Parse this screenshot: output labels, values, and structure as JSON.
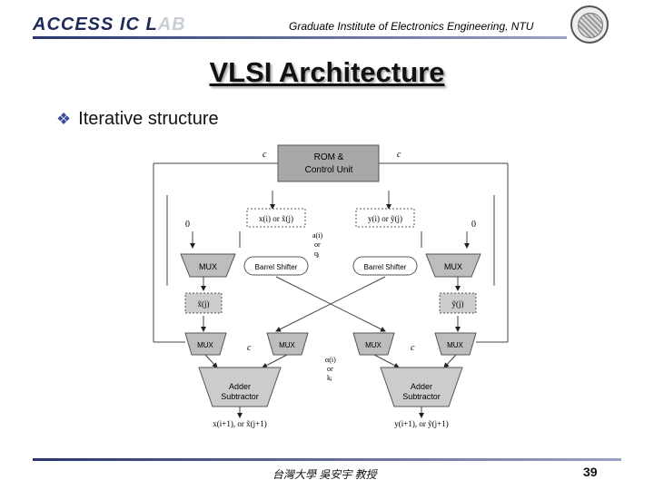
{
  "header": {
    "lab_dark": "ACCESS IC L",
    "lab_fade": "AB",
    "institute": "Graduate Institute of Electronics Engineering, NTU"
  },
  "title": "VLSI Architecture",
  "bullet": "Iterative structure",
  "diagram": {
    "rom_line1": "ROM &",
    "rom_line2": "Control Unit",
    "c_left": "c",
    "c_right": "c",
    "zero_left": "0",
    "zero_right": "0",
    "reg_left_top": "x(i) or x̃(j)",
    "reg_right_top": "y(i) or ỹ(j)",
    "side_a": "a(i)",
    "side_or": "or",
    "side_q": "qⱼ",
    "mux_tl": "MUX",
    "mux_tr": "MUX",
    "barrel_l": "Barrel Shifter",
    "barrel_r": "Barrel Shifter",
    "reg_left_mid": "x̃(j)",
    "reg_right_mid": "ỹ(j)",
    "mux_b1": "MUX",
    "mux_b2": "MUX",
    "mux_b3": "MUX",
    "mux_b4": "MUX",
    "c_mid_l": "c",
    "c_mid_r": "c",
    "side2_a": "α(i)",
    "side2_or": "or",
    "side2_k": "kⱼ",
    "adder_l_1": "Adder",
    "adder_l_2": "Subtractor",
    "adder_r_1": "Adder",
    "adder_r_2": "Subtractor",
    "out_left": "x(i+1), or x̃(j+1)",
    "out_right": "y(i+1), or ỹ(j+1)"
  },
  "footer": {
    "credit": "台灣大學 吳安宇 教授",
    "page": "39"
  }
}
